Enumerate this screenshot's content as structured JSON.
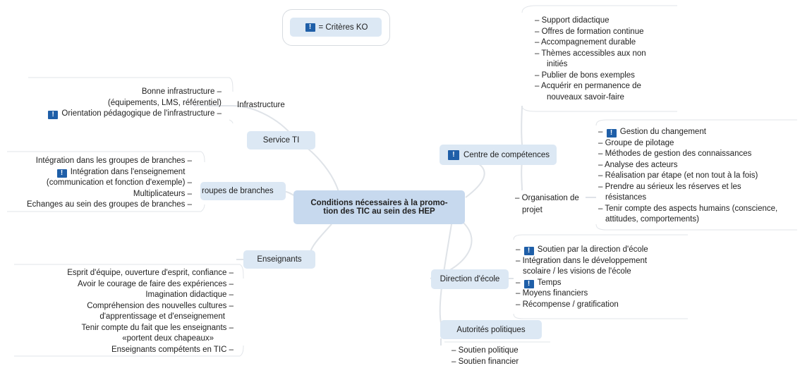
{
  "legend": {
    "marker": "!",
    "text": "= Critères KO"
  },
  "central": {
    "line1": "Conditions nécessaires à la promo-",
    "line2": "tion des TIC au sein des HEP"
  },
  "service_ti": {
    "label": "Service TI",
    "infrastructure": {
      "label": "Infrastructure",
      "items": [
        "Bonne infrastructure –",
        "(équipements, LMS, référentiel)",
        "Orientation pédagogique de l'infrastructure –"
      ]
    }
  },
  "groupes": {
    "label": "roupes de branches",
    "items": [
      "Intégration dans les groupes de branches –",
      "Intégration dans l'enseignement",
      "(communication et fonction d'exemple) –",
      "Multiplicateurs –",
      "Echanges au sein des groupes de branches –"
    ]
  },
  "enseignants": {
    "label": "Enseignants",
    "items": [
      "Esprit d'équipe, ouverture d'esprit, confiance –",
      "Avoir le courage de faire des expériences –",
      "Imagination didactique –",
      "Compréhension des nouvelles cultures –",
      "d'apprentissage et d'enseignement",
      "Tenir compte du fait que les enseignants –",
      "«portent deux chapeaux»",
      "Enseignants compétents en TIC –"
    ]
  },
  "centre": {
    "label": "Centre de compétences",
    "items": [
      "–   Support didactique",
      "–   Offres de formation continue",
      "–   Accompagnement durable",
      "–   Thèmes accessibles aux non",
      "initiés",
      "–   Publier de bons exemples",
      "–   Acquérir en permanence de",
      "nouveaux savoir-faire"
    ]
  },
  "organisation": {
    "label1": "– Organisation de",
    "label2": "projet",
    "items": [
      "Gestion du changement",
      "– Groupe de pilotage",
      "– Méthodes de gestion des connaissances",
      "– Analyse des acteurs",
      "– Réalisation par étape (et non tout à la fois)",
      "– Prendre au sérieux les réserves et les",
      "résistances",
      "– Tenir compte des aspects humains (conscience,",
      "attitudes, comportements)"
    ]
  },
  "direction": {
    "label": "Direction d'école",
    "items": [
      "Soutien par la direction d'école",
      "– Intégration dans le développement",
      "scolaire / les visions de l'école",
      "Temps",
      "– Moyens financiers",
      "– Récompense / gratification"
    ]
  },
  "autorites": {
    "label": "Autorités politiques",
    "items": [
      "– Soutien politique",
      "– Soutien financier"
    ]
  }
}
